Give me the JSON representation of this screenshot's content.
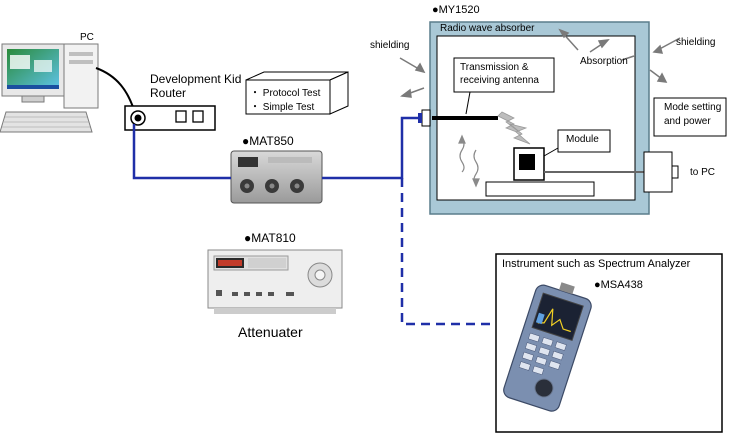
{
  "labels": {
    "pc": "PC",
    "dev_kit": "Development Kid",
    "router": "Router",
    "protocol_test": "・ Protocol Test",
    "simple_test": "・ Simple Test",
    "mat850": "●MAT850",
    "mat810": "●MAT810",
    "attenuater": "Attenuater",
    "my1520": "●MY1520",
    "radio_wave_absorber": "Radio wave absorber",
    "shielding_left": "shielding",
    "shielding_right": "shielding",
    "absorption": "Absorption",
    "antenna_line1": "Transmission &",
    "antenna_line2": "receiving antenna",
    "module": "Module",
    "mode_line1": "Mode setting",
    "mode_line2": "and power",
    "to_pc": "to PC",
    "spectrum_title": "Instrument such as Spectrum Analyzer",
    "msa438": "●MSA438"
  },
  "colors": {
    "cable": "#1f2fa8",
    "chamber_frame": "#a9c8d6",
    "chamber_border": "#5a7d8c",
    "box_border": "#000000"
  }
}
